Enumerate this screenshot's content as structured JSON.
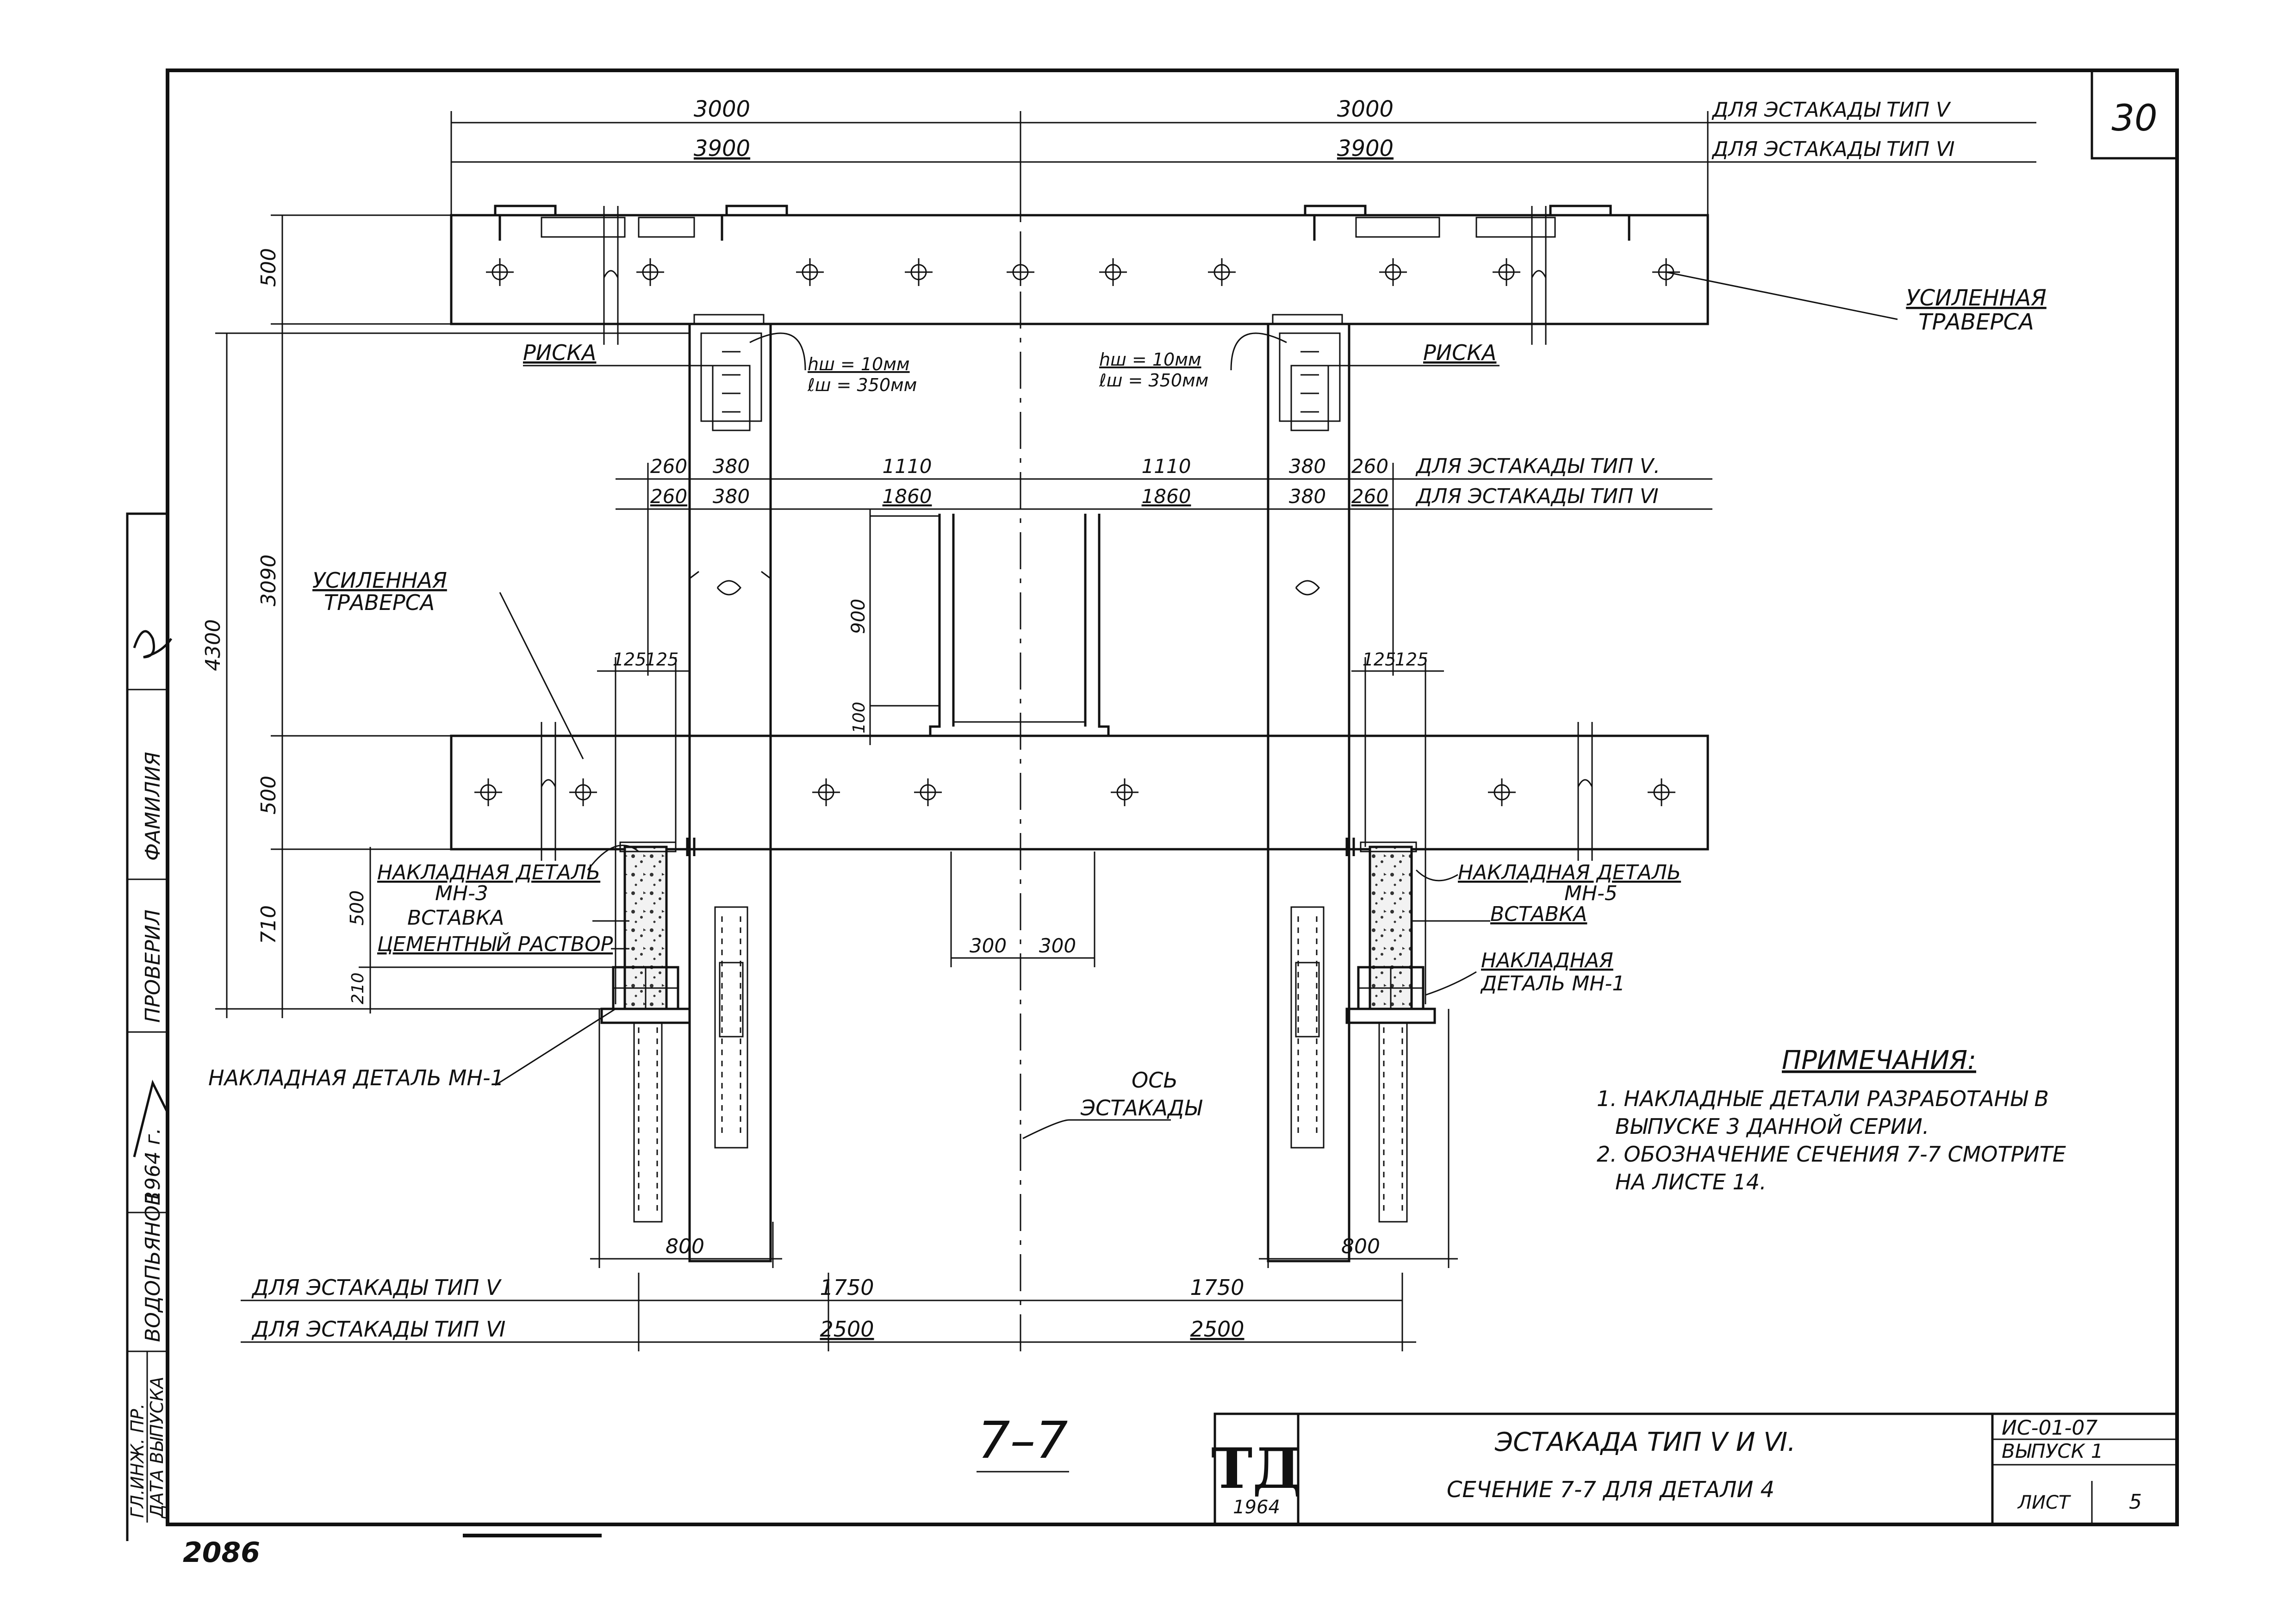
{
  "sheet_number": "30",
  "stamp_number": "2086",
  "section_label": "7–7",
  "title_block": {
    "logo_text": "ТД",
    "logo_year": "1964",
    "title": "ЭСТАКАДА ТИП Ⅴ И Ⅵ.",
    "subtitle": "СЕЧЕНИЕ 7-7 ДЛЯ ДЕТАЛИ 4",
    "code": "ИС-01-07",
    "issue": "ВЫПУСК 1",
    "sheet_label": "ЛИСТ",
    "sheet_value": "5"
  },
  "left_margin": {
    "cells": [
      "ФАМИЛИЯ",
      "ПРОВЕРИЛ",
      "ВОДОПЬЯНОВ",
      "ГЛ.ИНЖ. ПР.",
      "ДАТА ВЫПУСКА"
    ],
    "date": "1964 г."
  },
  "top_dims": {
    "row1_left": "3000",
    "row1_right": "3000",
    "row1_label": "ДЛЯ ЭСТАКАДЫ ТИП Ⅴ",
    "row2_left": "3900",
    "row2_right": "3900",
    "row2_label": "ДЛЯ ЭСТАКАДЫ ТИП Ⅵ"
  },
  "mid_dims": {
    "row1": [
      "260",
      "380",
      "1110",
      "1110",
      "380",
      "260"
    ],
    "row1_label": "ДЛЯ ЭСТАКАДЫ ТИП Ⅴ.",
    "row2": [
      "260",
      "380",
      "1860",
      "1860",
      "380",
      "260"
    ],
    "row2_label": "ДЛЯ ЭСТАКАДЫ ТИП Ⅵ"
  },
  "vertical_dims": {
    "top_beam": "500",
    "column": "3090",
    "overall": "4300",
    "bottom_beam": "500",
    "lower": "710",
    "insert": "500",
    "base": "210",
    "gutter_h": "900",
    "gutter_base": "100"
  },
  "small_dims": {
    "left_125a": "125",
    "left_125b": "125",
    "right_125a": "125",
    "right_125b": "125",
    "center_300a": "300",
    "center_300b": "300",
    "col_left_800": "800",
    "col_right_800": "800"
  },
  "weld": {
    "left_hw": "hш = 10мм",
    "left_lw": "ℓш = 350мм",
    "right_hw": "hш = 10мм",
    "right_lw": "ℓш = 350мм"
  },
  "labels": {
    "top_traverse_1": "УСИЛЕННАЯ",
    "top_traverse_2": "ТРАВЕРСА",
    "riska_left": "РИСКА",
    "riska_right": "РИСКА",
    "left_traverse_1": "УСИЛЕННАЯ",
    "left_traverse_2": "ТРАВЕРСА",
    "left_mn3_1": "НАКЛАДНАЯ ДЕТАЛЬ",
    "left_mn3_2": "МН-3",
    "left_insert": "ВСТАВКА",
    "left_cement": "ЦЕМЕНТНЫЙ РАСТВОР",
    "left_mn1": "НАКЛАДНАЯ ДЕТАЛЬ МН-1",
    "right_mn5_1": "НАКЛАДНАЯ ДЕТАЛЬ",
    "right_mn5_2": "МН-5",
    "right_insert": "ВСТАВКА",
    "right_mn1_1": "НАКЛАДНАЯ",
    "right_mn1_2": "ДЕТАЛЬ МН-1",
    "axis_1": "ОСЬ",
    "axis_2": "ЭСТАКАДЫ"
  },
  "bottom_dims": {
    "row1_label": "ДЛЯ ЭСТАКАДЫ ТИП Ⅴ",
    "row1_left": "1750",
    "row1_right": "1750",
    "row2_label": "ДЛЯ ЭСТАКАДЫ ТИП Ⅵ",
    "row2_left": "2500",
    "row2_right": "2500"
  },
  "notes": {
    "heading": "ПРИМЕЧАНИЯ:",
    "line1a": "1. НАКЛАДНЫЕ ДЕТАЛИ РАЗРАБОТАНЫ В",
    "line1b": "ВЫПУСКЕ 3 ДАННОЙ СЕРИИ.",
    "line2a": "2. ОБОЗНАЧЕНИЕ СЕЧЕНИЯ 7-7 СМОТРИТЕ",
    "line2b": "НА ЛИСТЕ 14."
  }
}
